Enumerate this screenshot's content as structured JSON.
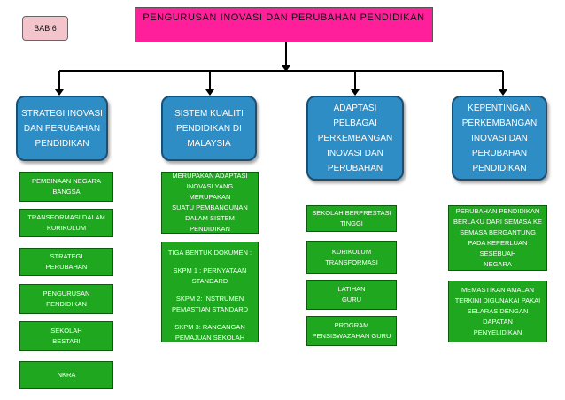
{
  "tag": "BAB 6",
  "title": "PENGURUSAN  INOVASI  DAN  PERUBAHAN  PENDIDIKAN",
  "columns": [
    {
      "heading": "STRATEGI INOVASI\nDAN PERUBAHAN\nPENDIDIKAN",
      "items": [
        "PEMBINAAN NEGARA\nBANGSA",
        "TRANSFORMASI DALAM\nKURIKULUM",
        "STRATEGI\nPERUBAHAN",
        "PENGURUSAN\nPENDIDIKAN",
        "SEKOLAH\nBESTARI",
        "NKRA"
      ]
    },
    {
      "heading": "SISTEM KUALITI\nPENDIDIKAN DI\nMALAYSIA",
      "items": [
        "MERUPAKAN ADAPTASI\nINOVASI YANG MERUPAKAN\nSUATU PEMBANGUNAN\nDALAM SISTEM PENDIDIKAN"
      ],
      "document_box": [
        "TIGA BENTUK DOKUMEN :",
        "SKPM 1 : PERNYATAAN\nSTANDARD",
        "SKPM 2: INSTRUMEN\nPEMASTIAN STANDARD",
        "SKPM 3: RANCANGAN\nPEMAJUAN SEKOLAH"
      ]
    },
    {
      "heading": "ADAPTASI\nPELBAGAI\nPERKEMBANGAN\nINOVASI DAN\nPERUBAHAN",
      "items": [
        "SEKOLAH BERPRESTASI\nTINGGI",
        "KURIKULUM\nTRANSFORMASI",
        "LATIHAN\nGURU",
        "PROGRAM\nPENSISWAZAHAN GURU"
      ]
    },
    {
      "heading": "KEPENTINGAN\nPERKEMBANGAN\nINOVASI DAN\nPERUBAHAN\nPENDIDIKAN",
      "items": [
        "PERUBAHAN PENDIDIKAN\nBERLAKU DARI SEMASA KE\nSEMASA BERGANTUNG\nPADA KEPERLUAN SESEBUAH\nNEGARA",
        "MEMASTIKAN AMALAN\nTERKINI DIGUNAKAI PAKAI\nSELARAS DENGAN DAPATAN\nPENYELIDIKAN"
      ]
    }
  ],
  "colors": {
    "title_bg": "#ff1f9a",
    "heading_bg": "#2e8dc4",
    "item_bg": "#1fa81f",
    "tag_bg": "#f4c4cc"
  }
}
